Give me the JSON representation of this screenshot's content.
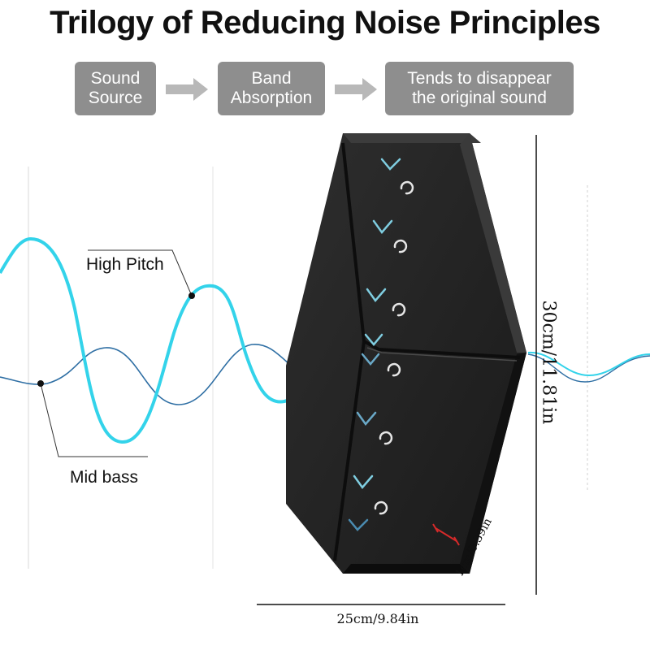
{
  "title": "Trilogy of Reducing Noise Principles",
  "steps": [
    {
      "line1": "Sound",
      "line2": "Source"
    },
    {
      "line1": "Band",
      "line2": "Absorption"
    },
    {
      "line1": "Tends to disappear",
      "line2": "the original sound"
    }
  ],
  "labels": {
    "high_pitch": "High Pitch",
    "mid_bass": "Mid bass"
  },
  "dimensions": {
    "height": "30cm/11.81in",
    "width": "25cm/9.84in",
    "thickness": "1cm/0.39in"
  },
  "colors": {
    "step_box": "#8e8e8e",
    "high_pitch_wave": "#33d3ea",
    "mid_bass_wave": "#2f6fa4",
    "panel": "#222222",
    "thickness_marker": "#d62a2a"
  }
}
